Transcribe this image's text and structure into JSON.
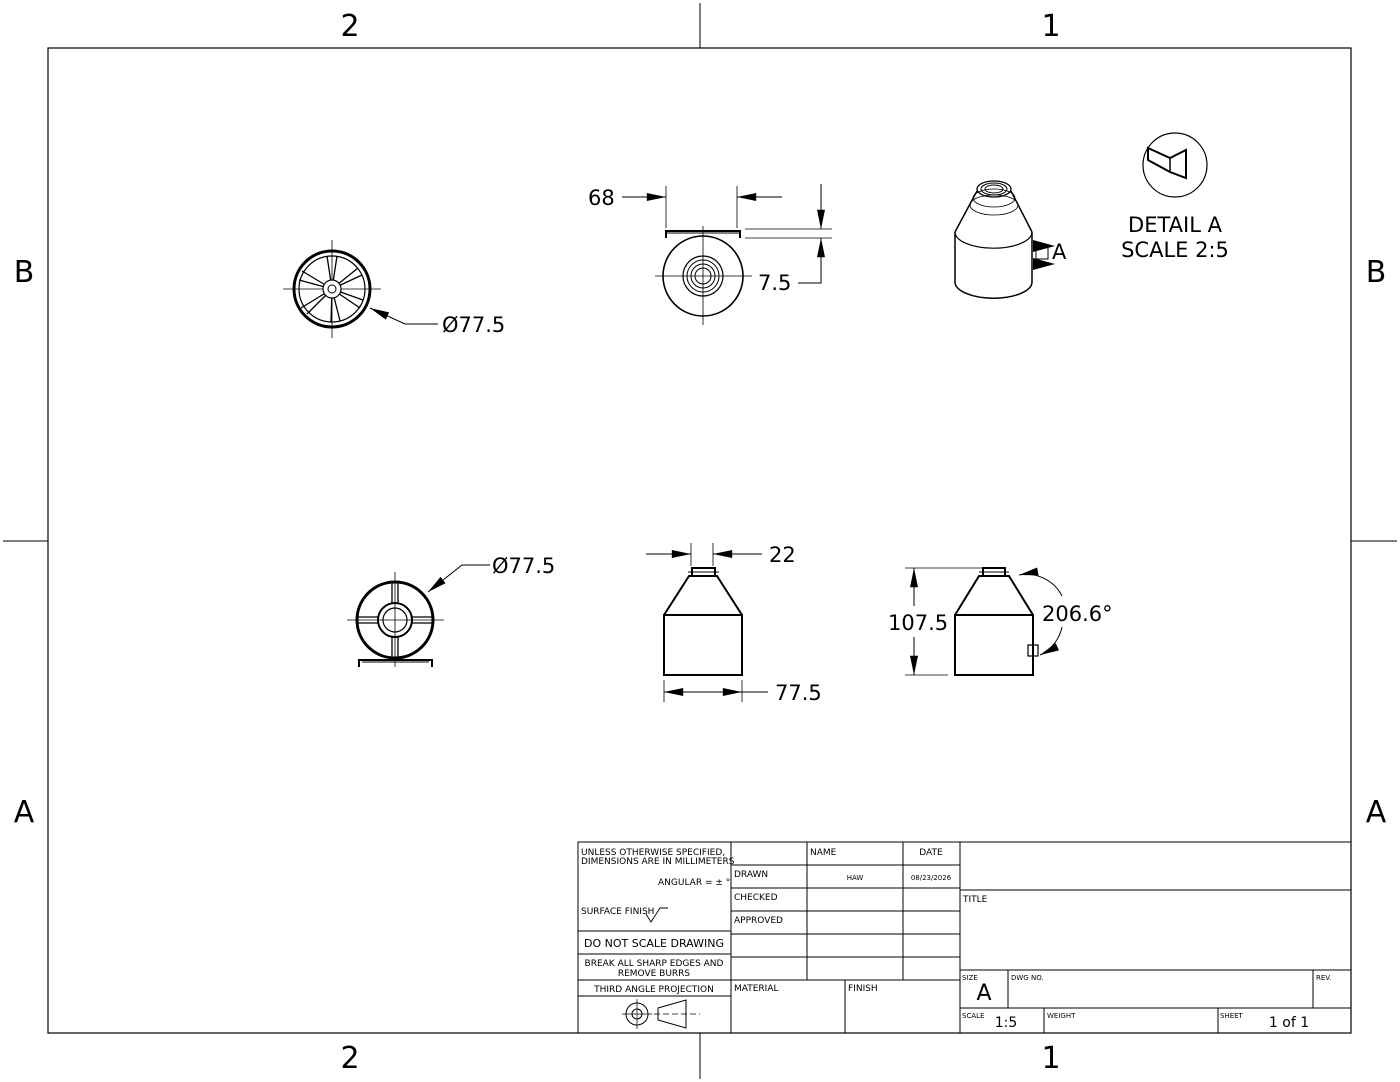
{
  "zones": {
    "top": [
      "2",
      "1"
    ],
    "bottom": [
      "2",
      "1"
    ],
    "left": [
      "B",
      "A"
    ],
    "right": [
      "B",
      "A"
    ]
  },
  "dimensions": {
    "top_left_diameter": "Ø77.5",
    "top_mid_width": "68",
    "top_mid_thickness": "7.5",
    "bottom_left_diameter": "Ø77.5",
    "bottom_mid_top_width": "22",
    "bottom_mid_width": "77.5",
    "bottom_right_height": "107.5",
    "bottom_right_angle": "206.6°"
  },
  "detail": {
    "marker": "A",
    "title": "DETAIL A",
    "scale": "SCALE 2:5"
  },
  "title_block": {
    "notes_line1": "UNLESS OTHERWISE SPECIFIED,",
    "notes_line2": "DIMENSIONS ARE IN MILLIMETERS",
    "angular": "ANGULAR = ± °",
    "surface_finish": "SURFACE FINISH",
    "do_not_scale": "DO NOT SCALE DRAWING",
    "break_edges_line1": "BREAK ALL SHARP EDGES AND",
    "break_edges_line2": "REMOVE BURRS",
    "projection": "THIRD ANGLE PROJECTION",
    "col_name": "NAME",
    "col_date": "DATE",
    "row_drawn": "DRAWN",
    "row_checked": "CHECKED",
    "row_approved": "APPROVED",
    "drawn_name": "HAW",
    "drawn_date": "08/23/2026",
    "material_label": "MATERIAL",
    "finish_label": "FINISH",
    "title_label": "TITLE",
    "size_label": "SIZE",
    "size_value": "A",
    "dwg_no_label": "DWG NO.",
    "rev_label": "REV.",
    "scale_label": "SCALE",
    "scale_value": "1:5",
    "weight_label": "WEIGHT",
    "sheet_label": "SHEET",
    "sheet_value": "1 of 1"
  }
}
